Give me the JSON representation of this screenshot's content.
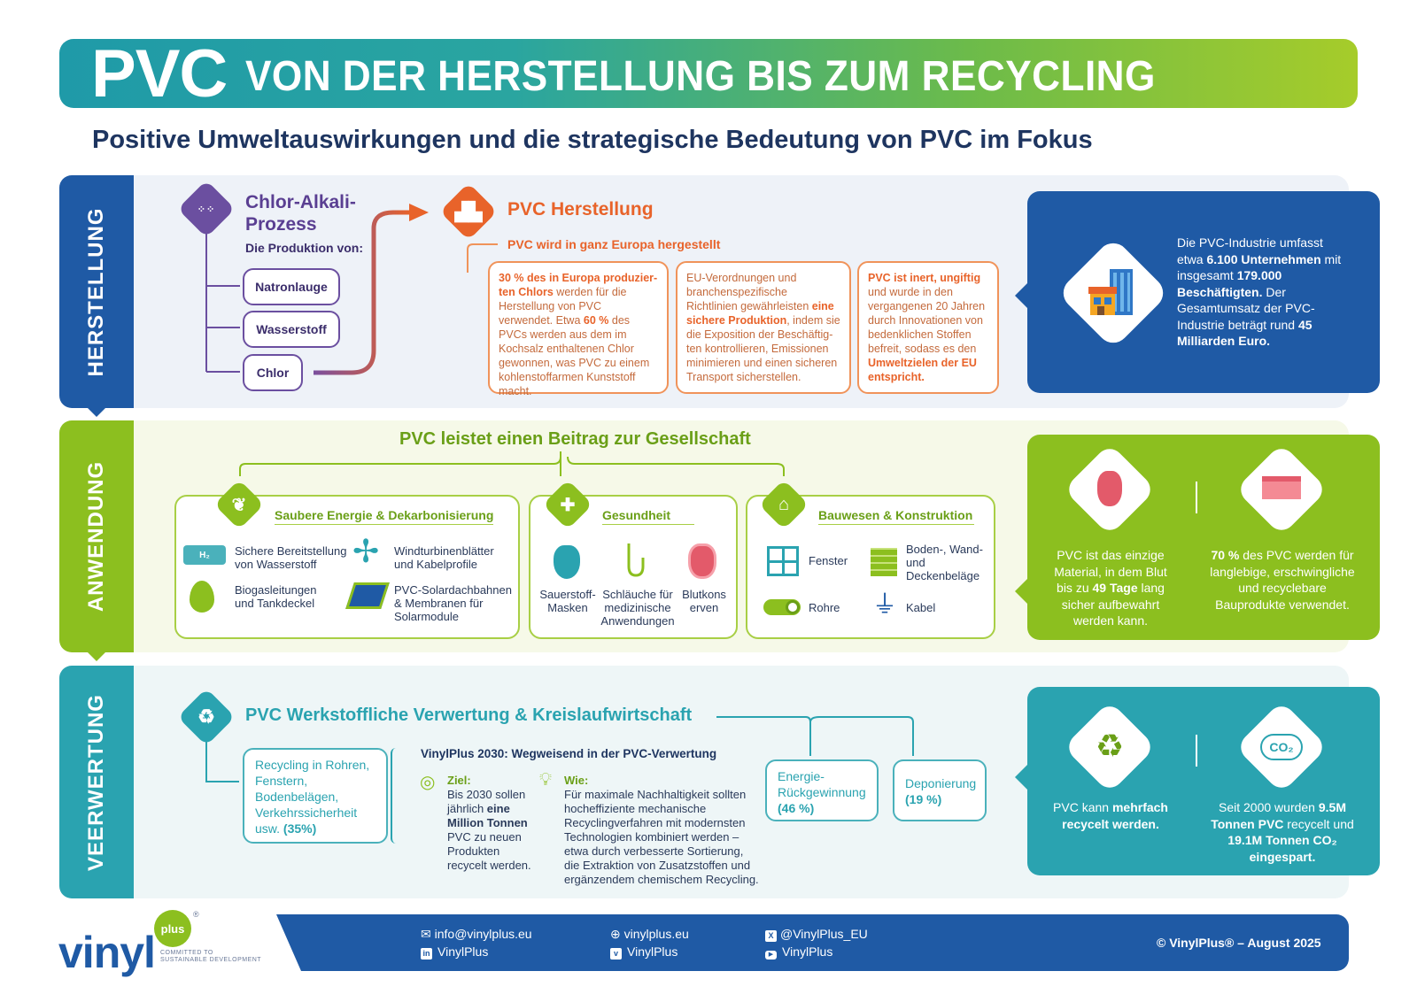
{
  "header": {
    "brand": "PVC",
    "title": "VON DER HERSTELLUNG BIS ZUM RECYCLING",
    "subtitle": "Positive Umweltauswirkungen und die strategische Bedeutung von PVC im Fokus"
  },
  "herstellung": {
    "tab": "HERSTELLUNG",
    "chlor_title_1": "Chlor-Alkali-",
    "chlor_title_2": "Prozess",
    "production_label": "Die Produktion von:",
    "products": [
      "Natronlauge",
      "Wasserstoff",
      "Chlor"
    ],
    "pvc_title": "PVC Herstellung",
    "pvc_subtitle": "PVC wird in ganz Europa hergestellt",
    "box1": {
      "b1": "30 % des in Europa produzier-ten Chlors",
      "t1": " werden für die Herstellung von PVC verwendet. Etwa ",
      "b2": "60 %",
      "t2": " des PVCs werden aus dem im Kochsalz enthaltenen Chlor gewonnen, was PVC zu einem kohlenstoffarmen Kunststoff macht."
    },
    "box2": {
      "t1": "EU-Verordnungen und branchenspezifische Richtlinien gewährleisten ",
      "b1": "eine sichere Produktion",
      "t2": ", indem sie die Exposition der Beschäftig-ten kontrollieren, Emissionen minimieren und einen sicheren Transport sicherstellen."
    },
    "box3": {
      "b1": "PVC ist inert, ungiftig",
      "t1": " und wurde in den vergangenen 20 Jahren durch Innovationen von bedenklichen Stoffen befreit, sodass es den ",
      "b2": "Umweltzielen der EU entspricht."
    },
    "industry": {
      "t1": "Die PVC-Industrie umfasst etwa ",
      "b1": "6.100 Unternehmen",
      "t2": " mit insgesamt ",
      "b2": "179.000 Beschäftigten.",
      "t3": " Der Gesamtumsatz der PVC-Industrie beträgt rund ",
      "b3": "45 Milliarden Euro."
    }
  },
  "anwendung": {
    "tab": "ANWENDUNG",
    "title": "PVC leistet einen Beitrag zur Gesellschaft",
    "energy": {
      "title": "Saubere Energie & Dekarbonisierung",
      "items": [
        "Sichere Bereitstellung von Wasserstoff",
        "Windturbinenblätter und Kabelprofile",
        "Biogasleitungen und Tankdeckel",
        "PVC-Solardachbahnen & Membranen für Solarmodule"
      ]
    },
    "health": {
      "title": "Gesundheit",
      "items": [
        "Sauerstoff-Masken",
        "Schläuche für medizinische Anwendungen",
        "Blutkons erven"
      ]
    },
    "building": {
      "title": "Bauwesen & Konstruktion",
      "items": [
        "Fenster",
        "Boden-, Wand- und Deckenbeläge",
        "Rohre",
        "Kabel"
      ]
    },
    "fact1": {
      "t1": "PVC ist das einzige Material, in dem Blut bis zu ",
      "b1": "49 Tage",
      "t2": " lang sicher aufbewahrt werden kann."
    },
    "fact2": {
      "b1": "70 %",
      "t1": " des PVC werden für langlebige, erschwingliche und recyclebare Bauprodukte verwendet."
    }
  },
  "verwertung": {
    "tab": "VEERWERTUNG",
    "title": "PVC Werkstoffliche Verwertung & Kreislaufwirtschaft",
    "recycling": {
      "t1": "Recycling in Rohren, Fenstern, Bodenbelägen, Verkehrssicherheit usw. ",
      "b1": "(35%)"
    },
    "vinylplus_title": "VinylPlus 2030: Wegweisend in der PVC-Verwertung",
    "ziel_label": "Ziel:",
    "ziel": {
      "t1": "Bis 2030 sollen jährlich ",
      "b1": "eine Million Tonnen",
      "t2": " PVC zu neuen Produkten recycelt werden."
    },
    "wie_label": "Wie:",
    "wie": "Für maximale Nachhaltigkeit sollten hocheffiziente mechanische Recyclingverfahren mit modernsten Technologien kombiniert werden – etwa durch verbesserte Sortierung, die Extraktion von Zusatzstoffen und ergänzendem chemischem Recycling.",
    "energie": {
      "t1": "Energie-Rückgewinnung ",
      "b1": "(46 %)"
    },
    "deponierung": {
      "t1": "Deponierung ",
      "b1": "(19 %)"
    },
    "fact1": {
      "t1": "PVC  kann ",
      "b1": "mehrfach recycelt werden."
    },
    "fact2": {
      "t1": "Seit 2000 wurden ",
      "b1": "9.5M Tonnen PVC",
      "t2": " recycelt und ",
      "b2": "19.1M Tonnen CO₂ eingespart."
    },
    "co2_icon": "CO₂"
  },
  "footer": {
    "logo_main": "vinyl",
    "logo_plus": "plus",
    "logo_reg": "®",
    "logo_tag_1": "COMMITTED TO",
    "logo_tag_2": "SUSTAINABLE DEVELOPMENT",
    "email": "info@vinylplus.eu",
    "linkedin": "VinylPlus",
    "web": "vinylplus.eu",
    "vimeo": "VinylPlus",
    "x": "@VinylPlus_EU",
    "youtube": "VinylPlus",
    "copyright": "© VinylPlus® – August 2025"
  },
  "colors": {
    "navy": "#1e3560",
    "blue": "#1f5aa5",
    "green": "#8cbf1f",
    "teal": "#2aa3b0",
    "orange": "#e8632a",
    "purple": "#6b4fa0"
  }
}
